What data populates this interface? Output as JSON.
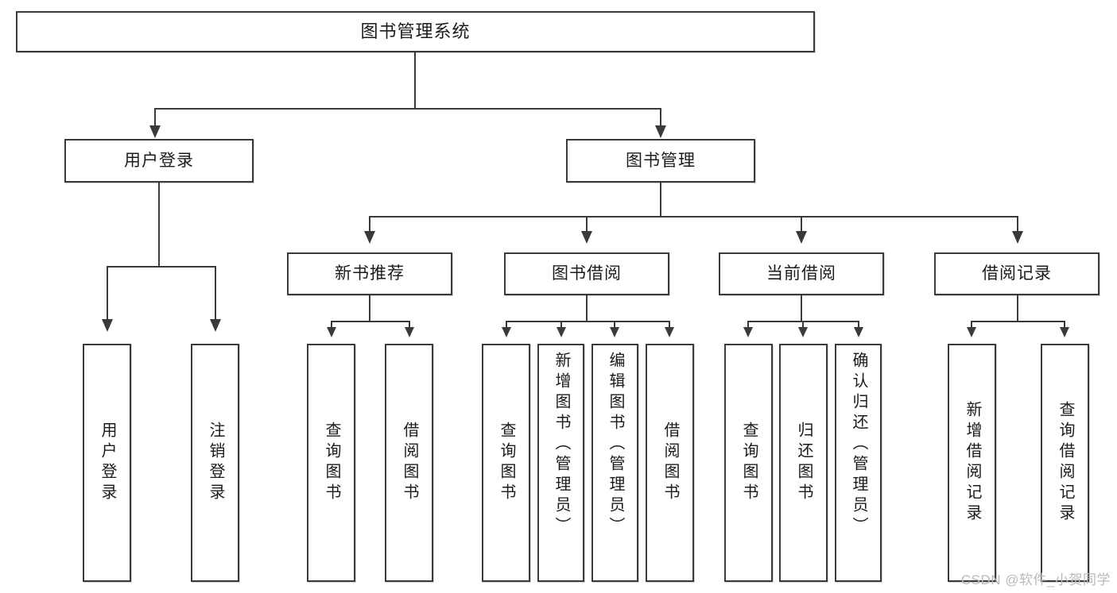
{
  "diagram": {
    "title": "图书管理系统",
    "watermark": "CSDN @软件_小贺同学",
    "level2": [
      {
        "label": "用户登录"
      },
      {
        "label": "图书管理"
      }
    ],
    "level3": [
      {
        "label": "新书推荐"
      },
      {
        "label": "图书借阅"
      },
      {
        "label": "当前借阅"
      },
      {
        "label": "借阅记录"
      }
    ],
    "leaves": {
      "user_login": [
        {
          "label": "用户登录"
        },
        {
          "label": "注销登录"
        }
      ],
      "new_book": [
        {
          "label": "查询图书"
        },
        {
          "label": "借阅图书"
        }
      ],
      "book_borrow": [
        {
          "label": "查询图书"
        },
        {
          "label": "新增图书（管理员）"
        },
        {
          "label": "编辑图书（管理员）"
        },
        {
          "label": "借阅图书"
        }
      ],
      "current_borrow": [
        {
          "label": "查询图书"
        },
        {
          "label": "归还图书"
        },
        {
          "label": "确认归还（管理员）"
        }
      ],
      "borrow_record": [
        {
          "label": "新增借阅记录"
        },
        {
          "label": "查询借阅记录"
        }
      ]
    },
    "colors": {
      "stroke": "#3a3a3a",
      "text": "#1b1b1b",
      "background": "#ffffff",
      "watermark": "#b9b9b9"
    }
  }
}
